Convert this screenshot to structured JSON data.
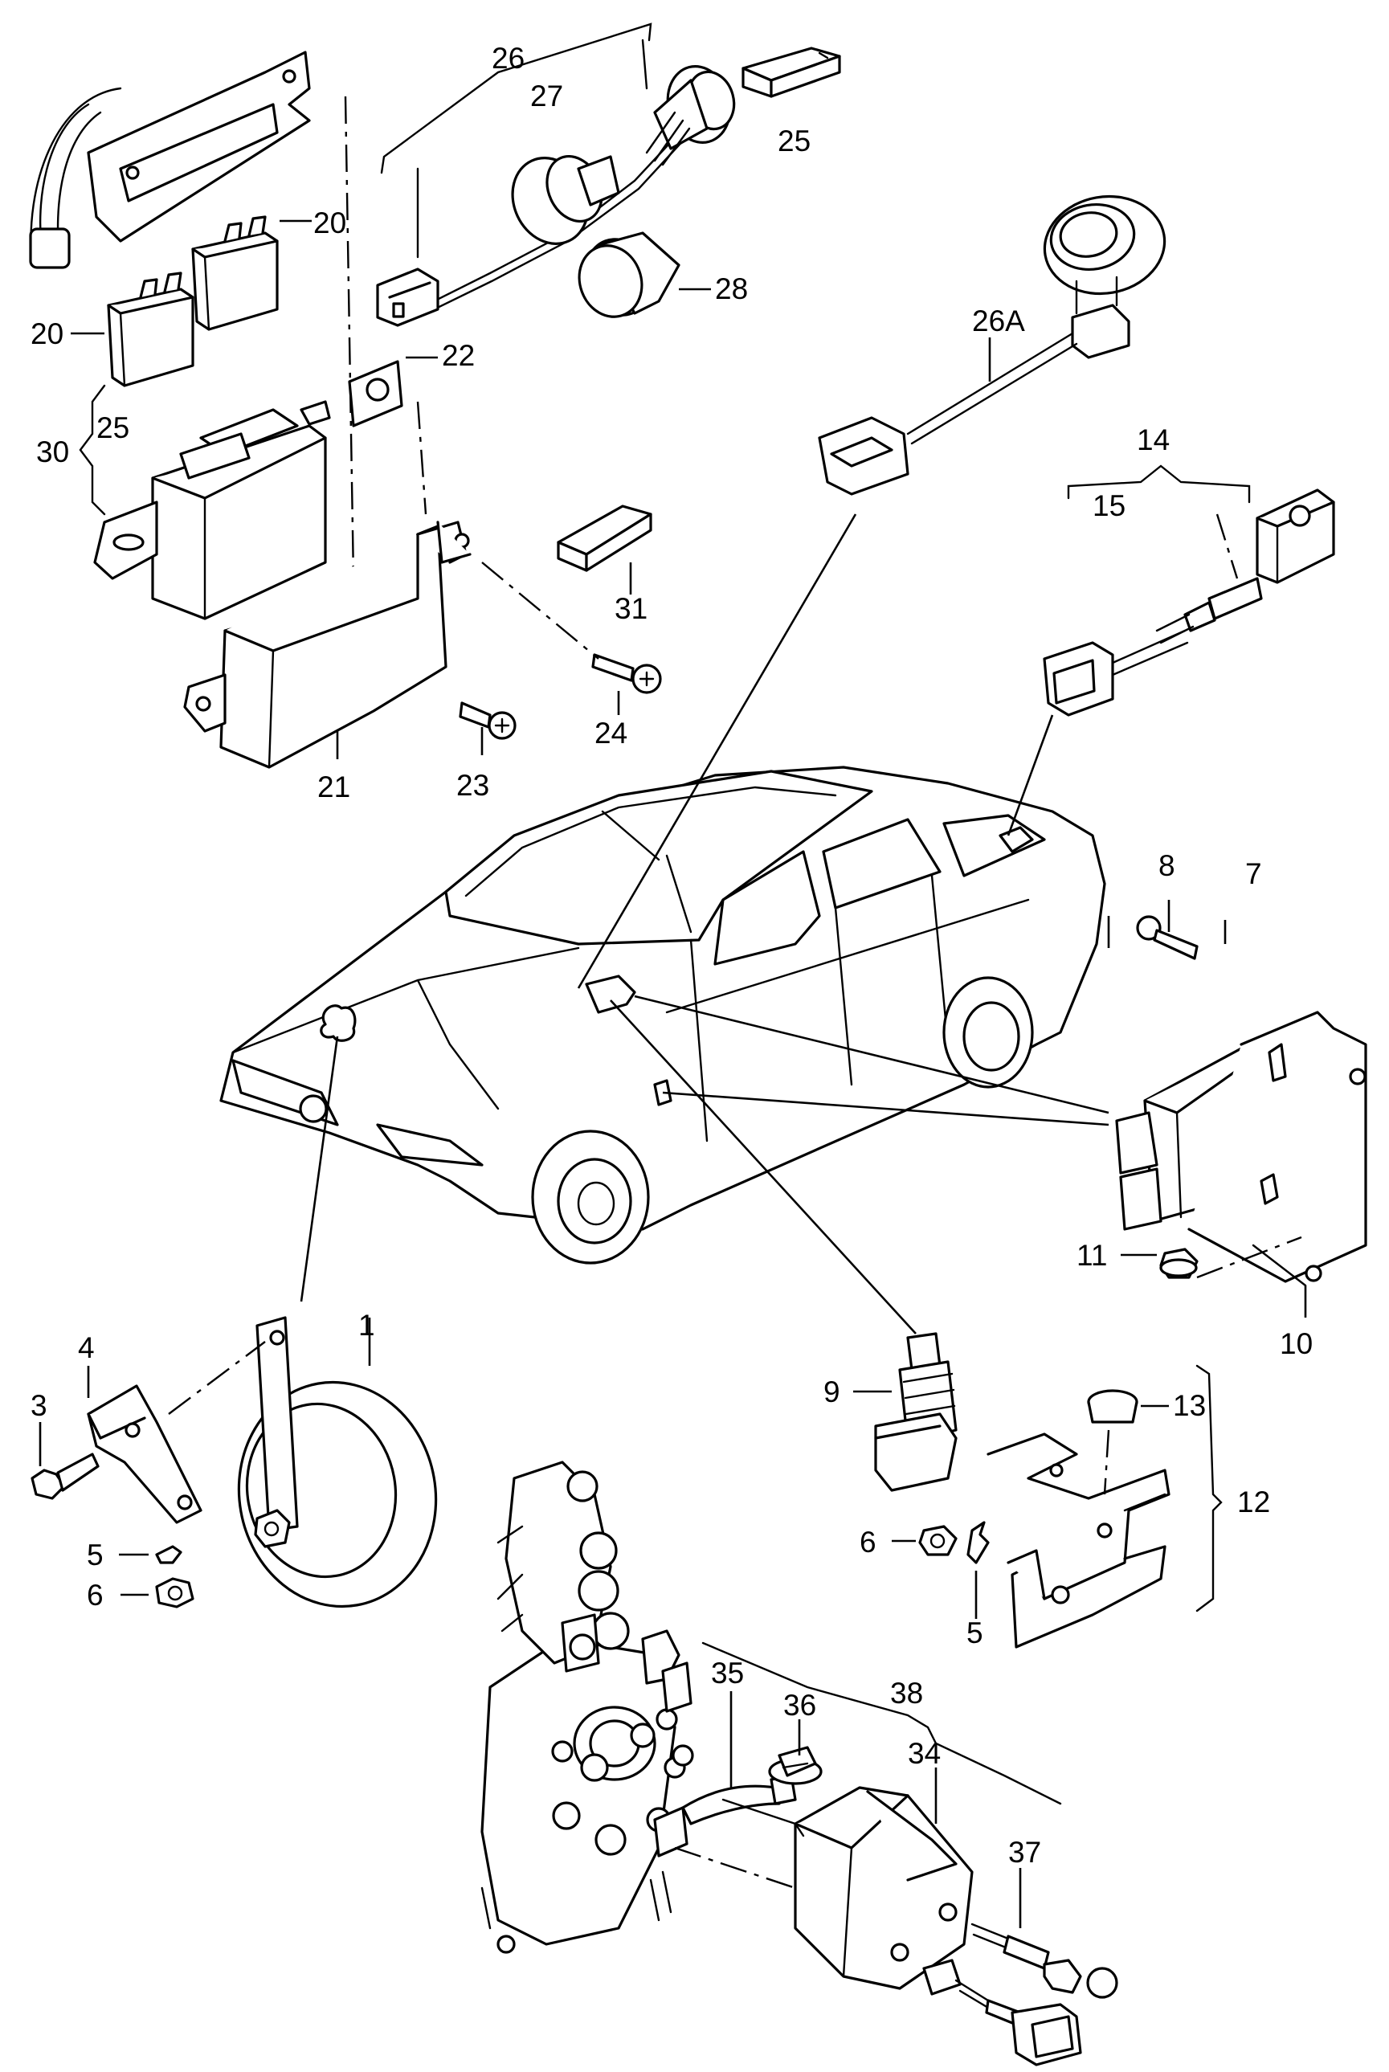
{
  "labels": {
    "l1": "1",
    "l3": "3",
    "l4": "4",
    "l5a": "5",
    "l5b": "5",
    "l6a": "6",
    "l6b": "6",
    "l7": "7",
    "l8": "8",
    "l9": "9",
    "l10": "10",
    "l11": "11",
    "l12": "12",
    "l13": "13",
    "l14": "14",
    "l15": "15",
    "l20a": "20",
    "l20b": "20",
    "l21": "21",
    "l22": "22",
    "l23": "23",
    "l24": "24",
    "l25a": "25",
    "l25b": "25",
    "l26": "26",
    "l26a": "26A",
    "l27": "27",
    "l28": "28",
    "l30": "30",
    "l31": "31",
    "l34": "34",
    "l35": "35",
    "l36": "36",
    "l37": "37",
    "l38": "38"
  }
}
